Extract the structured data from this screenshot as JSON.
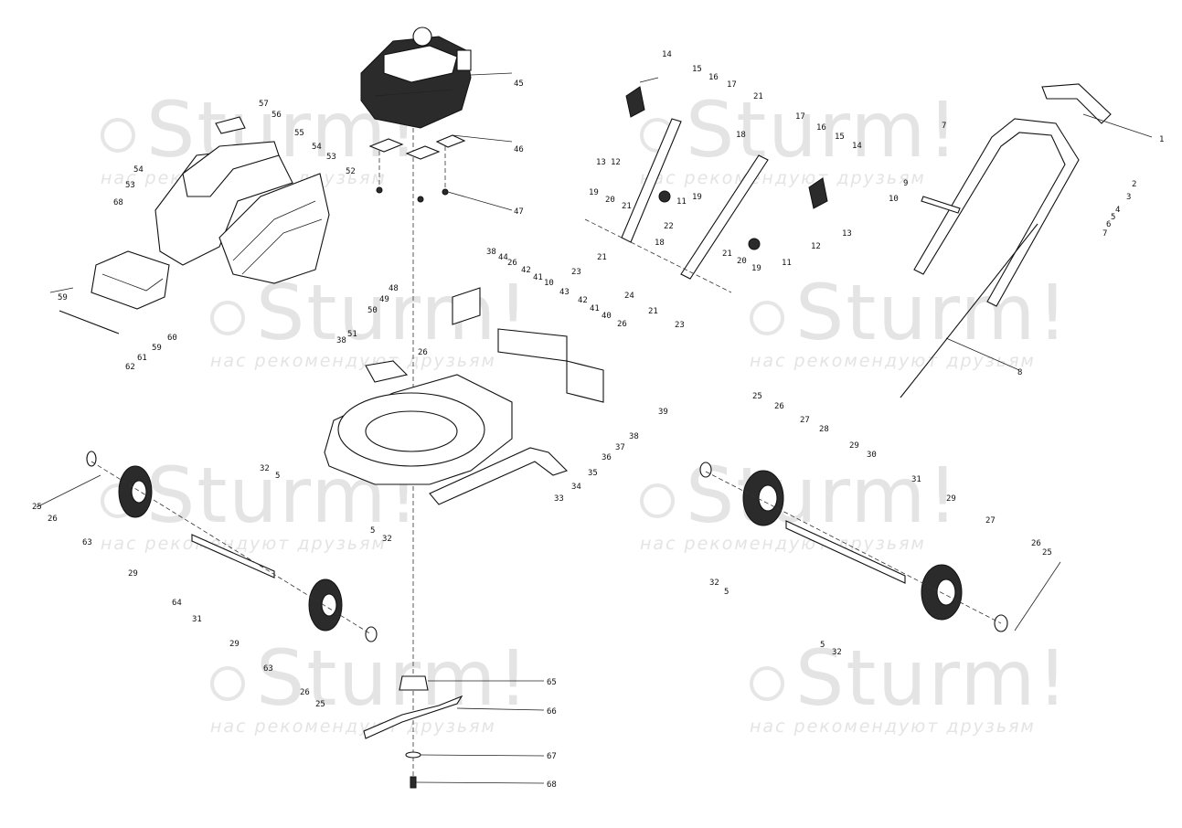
{
  "watermark": {
    "brand": "Sturm!",
    "tagline": "нас рекомендуют друзьям"
  },
  "labels": [
    "1",
    "2",
    "3",
    "4",
    "5",
    "6",
    "7",
    "8",
    "9",
    "10",
    "11",
    "12",
    "13",
    "14",
    "15",
    "16",
    "17",
    "18",
    "19",
    "20",
    "21",
    "22",
    "23",
    "24",
    "25",
    "26",
    "27",
    "28",
    "29",
    "30",
    "31",
    "32",
    "33",
    "34",
    "35",
    "36",
    "37",
    "38",
    "39",
    "40",
    "41",
    "42",
    "43",
    "44",
    "45",
    "46",
    "47",
    "48",
    "49",
    "50",
    "51",
    "52",
    "53",
    "54",
    "55",
    "56",
    "57",
    "59",
    "60",
    "61",
    "62",
    "63",
    "64",
    "65",
    "66",
    "67",
    "68"
  ]
}
